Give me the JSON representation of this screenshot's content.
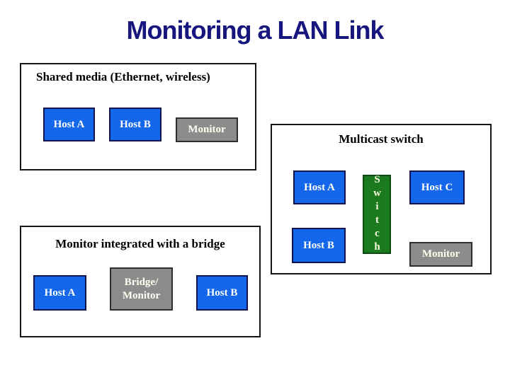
{
  "slide_title": "Monitoring a LAN Link",
  "colors": {
    "title_text": "#16167e",
    "host_fill": "#1467ea",
    "monitor_fill": "#8c8c8c",
    "switch_fill": "#1b7a1d",
    "connector_line": "#3f5a73",
    "panel_border": "#141414"
  },
  "panels": {
    "shared_media": {
      "title": "Shared media (Ethernet, wireless)",
      "host_a": "Host A",
      "host_b": "Host B",
      "monitor": "Monitor"
    },
    "multicast": {
      "title": "Multicast switch",
      "host_a": "Host A",
      "host_b": "Host B",
      "host_c": "Host C",
      "switch": "Switch",
      "monitor": "Monitor"
    },
    "bridge": {
      "title": "Monitor integrated with a bridge",
      "host_a": "Host A",
      "bridge_monitor": "Bridge/\nMonitor",
      "host_b": "Host B"
    }
  }
}
